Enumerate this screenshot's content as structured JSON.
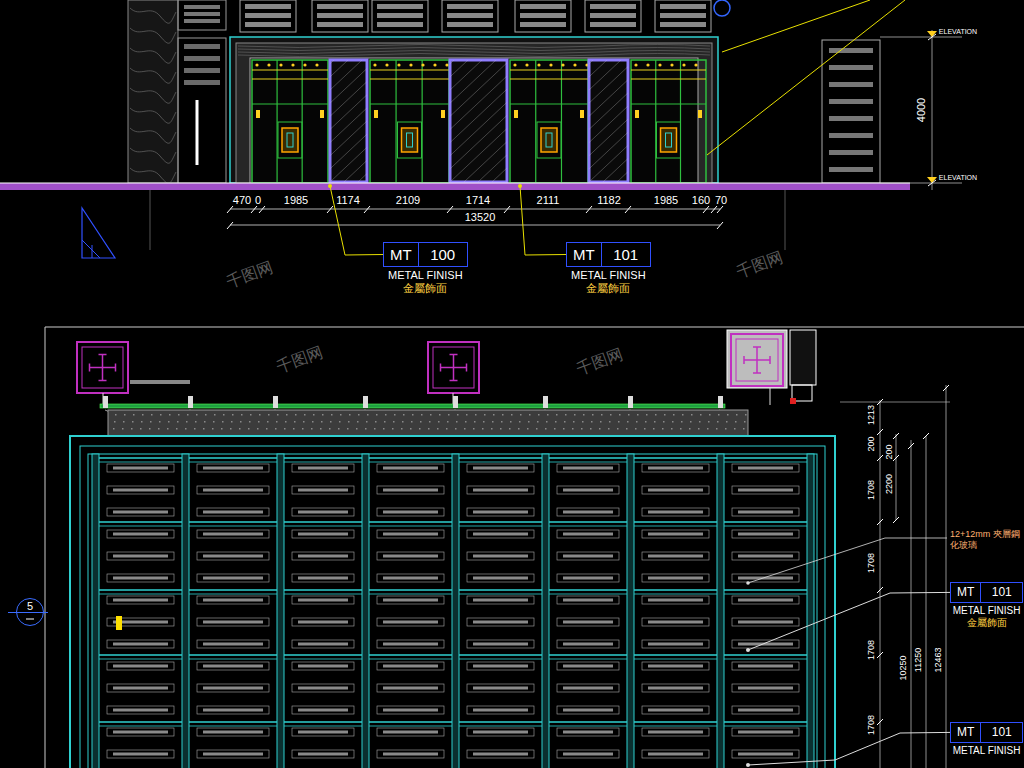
{
  "diagram": {
    "nodes": [
      {
        "text": [
          "MT",
          "100",
          "METAL FINISH",
          "金屬飾面"
        ]
      },
      {
        "text": [
          "MT",
          "101",
          "METAL FINISH",
          "金屬飾面"
        ]
      },
      {
        "text": [
          "5"
        ]
      },
      {
        "text": [
          "MT",
          "101",
          "METAL FINISH",
          "金屬飾面"
        ]
      },
      {
        "text": [
          "MT",
          "101",
          "METAL FINISH"
        ]
      }
    ],
    "labels": [
      "ELEVATION",
      "ELEVATION",
      "4000",
      "470",
      "0",
      "1985",
      "1174",
      "2109",
      "1714",
      "2111",
      "1182",
      "1985",
      "160",
      "70",
      "13520",
      "1213",
      "200",
      "200",
      "2200",
      "1708",
      "1708",
      "1708",
      "1708",
      "10250",
      "11250",
      "12463",
      "12+12mm 夾層鋼化玻璃",
      "千图网",
      "千图网",
      "千图网",
      "千图网"
    ]
  }
}
